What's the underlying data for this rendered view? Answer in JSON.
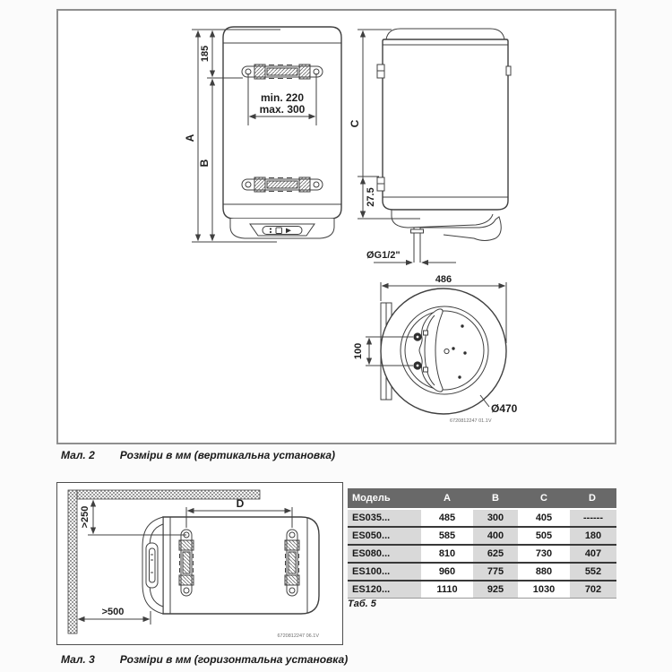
{
  "fig2": {
    "caption_label": "Мал. 2",
    "caption_text": "Розміри в мм (вертикальна установка)",
    "front": {
      "dim_top": "185",
      "dim_a": "A",
      "dim_b": "B",
      "dim_min": "min. 220",
      "dim_max": "max. 300"
    },
    "side": {
      "dim_c": "C",
      "dim_bottom": "27.5",
      "dim_pipe": "ØG1/2\""
    },
    "bottom": {
      "dim_width": "486",
      "dim_pipes": "100",
      "dim_diameter": "Ø470",
      "doc_code": "6720812247 01.1V"
    }
  },
  "fig3": {
    "caption_label": "Мал. 3",
    "caption_text": "Розміри в мм (горизонтальна установка)",
    "dim_d": "D",
    "dim_ceiling": ">250",
    "dim_wall": ">500",
    "doc_code": "6720812247 06.1V"
  },
  "table": {
    "caption": "Таб. 5",
    "columns": [
      "Модель",
      "A",
      "B",
      "C",
      "D"
    ],
    "rows": [
      [
        "ES035...",
        "485",
        "300",
        "405",
        "------"
      ],
      [
        "ES050...",
        "585",
        "400",
        "505",
        "180"
      ],
      [
        "ES080...",
        "810",
        "625",
        "730",
        "407"
      ],
      [
        "ES100...",
        "960",
        "775",
        "880",
        "552"
      ],
      [
        "ES120...",
        "1110",
        "925",
        "1030",
        "702"
      ]
    ]
  },
  "colors": {
    "line": "#404040",
    "header_bg": "#696969",
    "shaded_col": "#d9d9d9",
    "separator": "#383838"
  }
}
